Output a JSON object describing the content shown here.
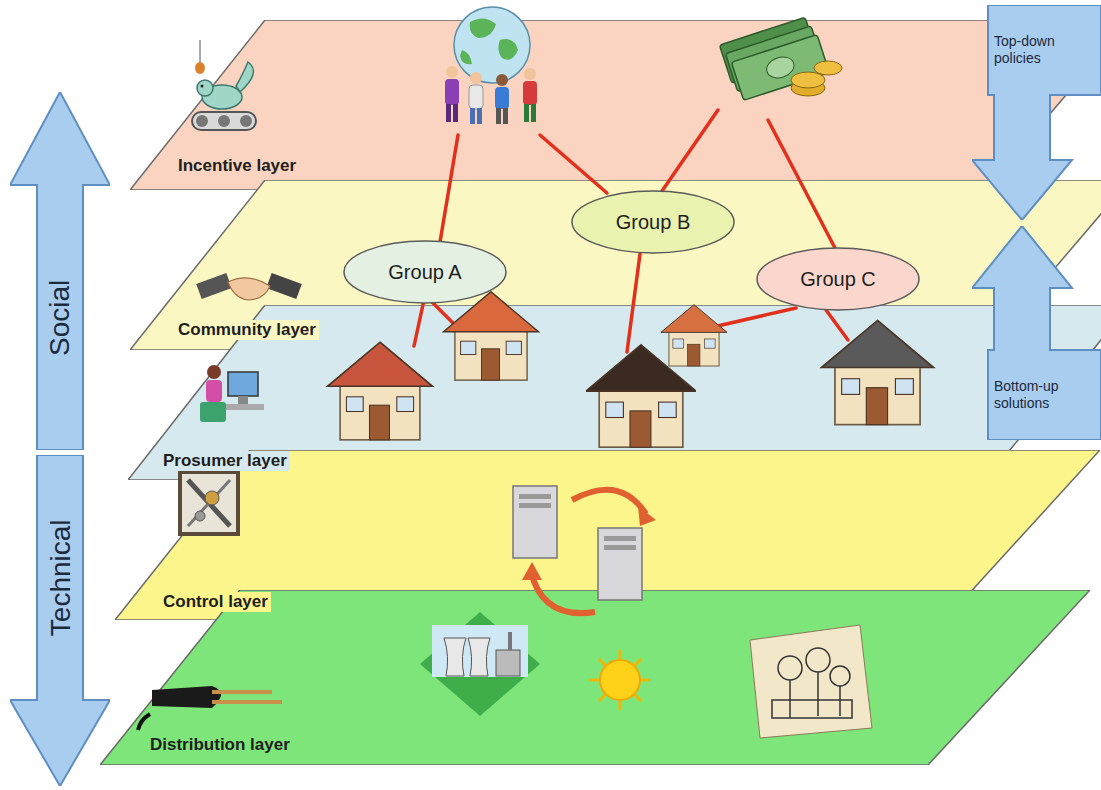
{
  "diagram": {
    "nodes": [
      {
        "text": [
          "Incentive layer"
        ]
      },
      {
        "text": [
          "Community layer"
        ]
      },
      {
        "text": [
          "Group A"
        ],
        "in": 1
      },
      {
        "text": [
          "Group B"
        ],
        "in": 1
      },
      {
        "text": [
          "Group C"
        ],
        "in": 1
      },
      {
        "text": [
          "Prosumer layer"
        ]
      },
      {
        "text": [
          "Control layer"
        ]
      },
      {
        "text": [
          "Distribution layer"
        ]
      },
      {
        "text": [
          "Social"
        ]
      },
      {
        "text": [
          "Technical"
        ]
      },
      {
        "text": [
          "Top-down policies"
        ]
      },
      {
        "text": [
          "Bottom-up solutions"
        ]
      }
    ]
  }
}
